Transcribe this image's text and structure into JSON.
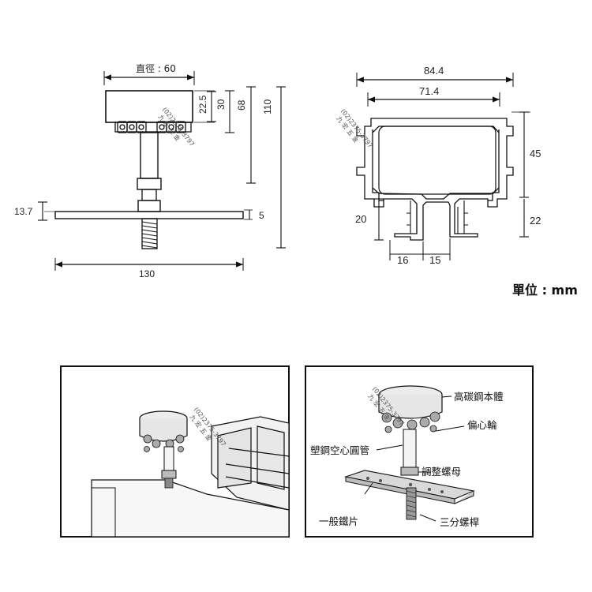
{
  "side_view": {
    "diameter_label": "直徑 : 60",
    "dim_22_5": "22.5",
    "dim_30": "30",
    "dim_68": "68",
    "dim_110": "110",
    "dim_13_7": "13.7",
    "dim_5": "5",
    "dim_130": "130"
  },
  "profile_view": {
    "dim_84_4": "84.4",
    "dim_71_4": "71.4",
    "dim_45": "45",
    "dim_22": "22",
    "dim_20": "20",
    "dim_16": "16",
    "dim_15": "15"
  },
  "unit_label": "單位 : mm",
  "watermark": {
    "line1": "九 宏 五 金",
    "line2": "(02)2375-3797"
  },
  "callouts": {
    "body": "高碳鋼本體",
    "eccentric_wheel": "偏心輪",
    "plastic_tube": "塑鋼空心圓管",
    "adjust_nut": "調整螺母",
    "iron_plate": "一般鐵片",
    "bolt": "三分螺桿"
  }
}
